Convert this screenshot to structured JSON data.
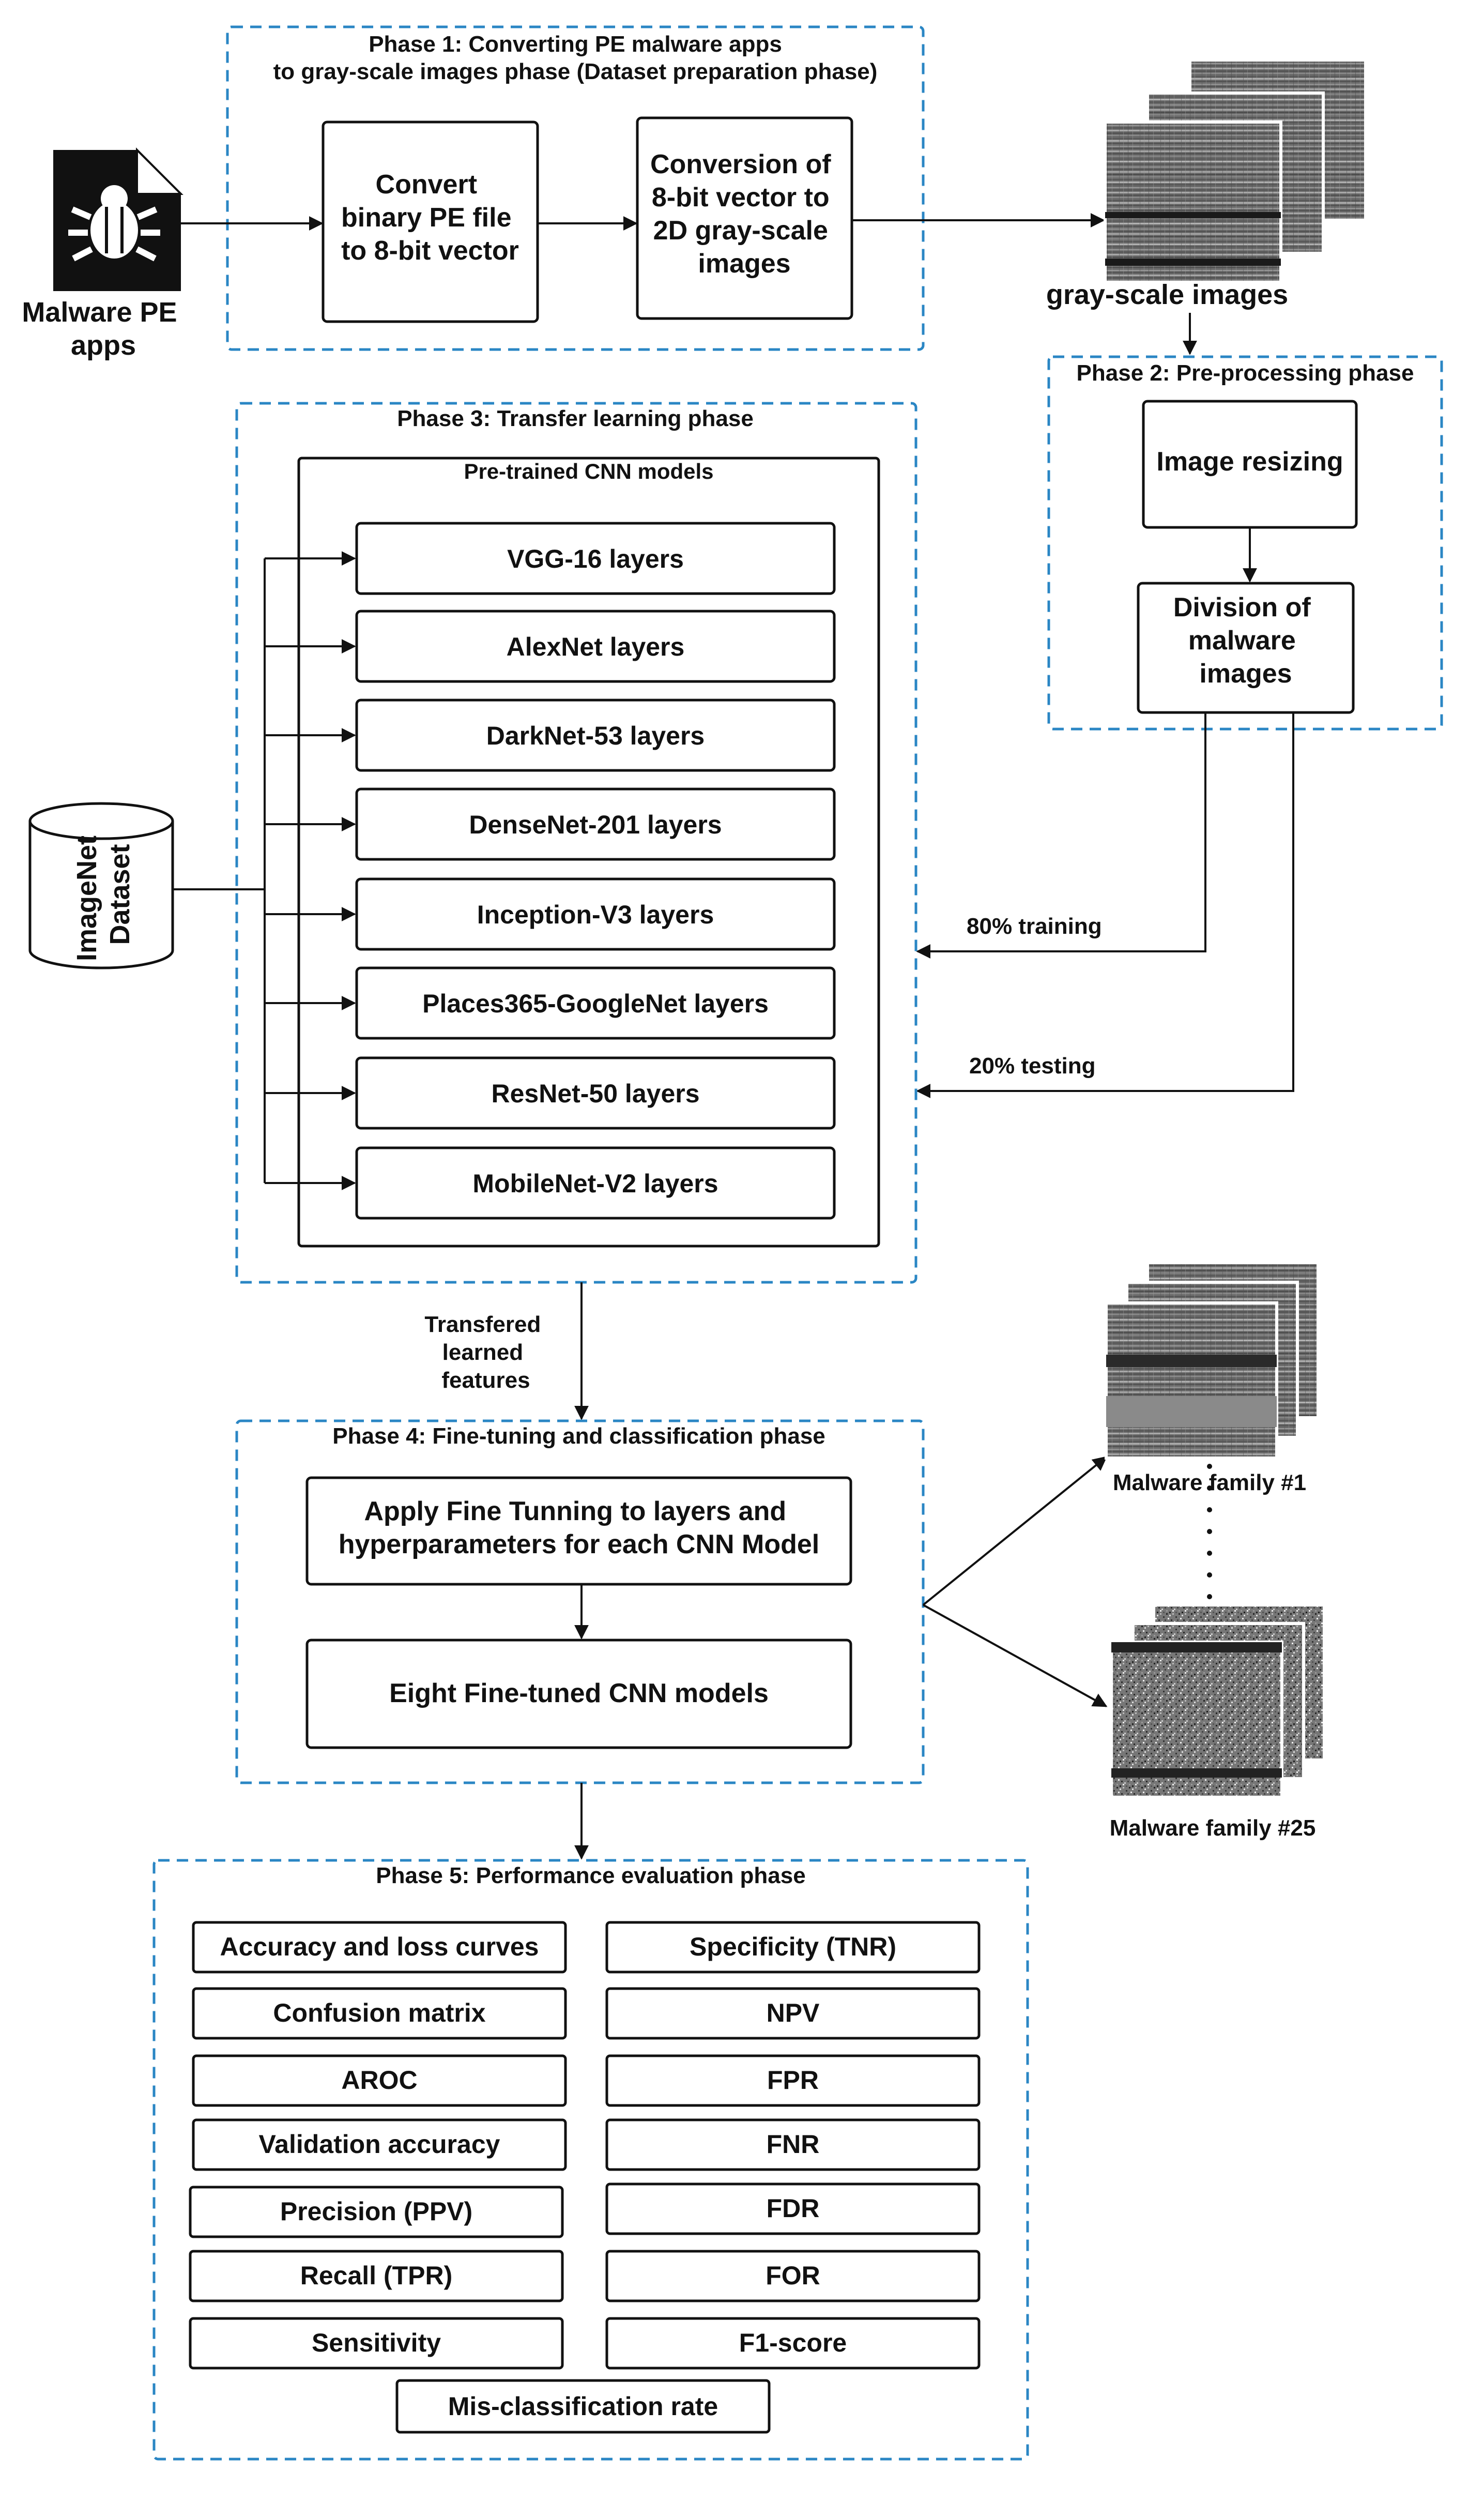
{
  "phase1": {
    "title_line1": "Phase 1: Converting PE malware apps",
    "title_line2": "to gray-scale images phase (Dataset preparation phase)",
    "step1": [
      "Convert",
      "binary PE file",
      "to 8-bit vector"
    ],
    "step2": [
      "Conversion of",
      "8-bit vector to",
      "2D gray-scale",
      "images"
    ]
  },
  "malware_app": {
    "icon": "bug-file-icon",
    "label_line1": "Malware PE",
    "label_line2": "apps"
  },
  "grayscale_label": "gray-scale images",
  "phase2": {
    "title": "Phase 2: Pre-processing phase",
    "resize": "Image resizing",
    "division": [
      "Division of",
      "malware",
      "images"
    ],
    "training_label": "80% training",
    "testing_label": "20% testing"
  },
  "phase3": {
    "title": "Phase 3: Transfer learning phase",
    "pretrained_title": "Pre-trained CNN models",
    "models": [
      "VGG-16 layers",
      "AlexNet layers",
      "DarkNet-53 layers",
      "DenseNet-201 layers",
      "Inception-V3 layers",
      "Places365-GoogleNet layers",
      "ResNet-50 layers",
      "MobileNet-V2 layers"
    ]
  },
  "imagenet": [
    "ImageNet",
    "Dataset"
  ],
  "transfer_label": [
    "Transfered",
    "learned",
    "features"
  ],
  "phase4": {
    "title": "Phase 4: Fine-tuning and classification phase",
    "finetune": [
      "Apply Fine Tunning to layers and",
      "hyperparameters for each CNN Model"
    ],
    "eight_models": "Eight Fine-tuned CNN models"
  },
  "families": {
    "first": "Malware family #1",
    "last": "Malware family #25"
  },
  "phase5": {
    "title": "Phase 5: Performance evaluation phase",
    "left_metrics": [
      "Accuracy and loss curves",
      "Confusion matrix",
      "AROC",
      "Validation accuracy",
      "Precision (PPV)",
      "Recall (TPR)",
      "Sensitivity"
    ],
    "right_metrics": [
      "Specificity (TNR)",
      "NPV",
      "FPR",
      "FNR",
      "FDR",
      "FOR",
      "F1-score"
    ],
    "bottom_metric": "Mis-classification rate"
  },
  "colors": {
    "dashed_border": "#2a86c4",
    "box_border": "#111111",
    "icon_fill": "#111111"
  }
}
